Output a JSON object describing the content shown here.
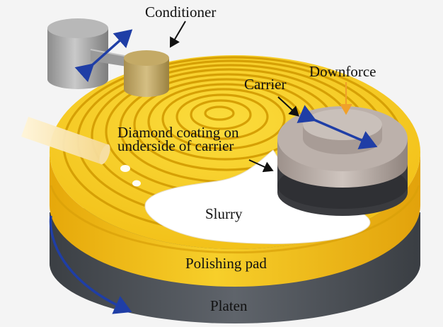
{
  "labels": {
    "conditioner": "Conditioner",
    "downforce": "Downforce",
    "carrier": "Carrier",
    "diamond_line1": "Diamond coating on",
    "diamond_line2": "underside of carrier",
    "slurry": "Slurry",
    "polishing_pad": "Polishing pad",
    "platen": "Platen"
  },
  "colors": {
    "pad": "#f3c51b",
    "pad_groove": "#d49d06",
    "pad_side": "#f2bb12",
    "platen": "#4d5157",
    "carrier": "#b9aea8",
    "motion_arrow": "#1f3ea6",
    "downforce_arrow": "#f0a12a",
    "slurry": "#ffffff"
  }
}
